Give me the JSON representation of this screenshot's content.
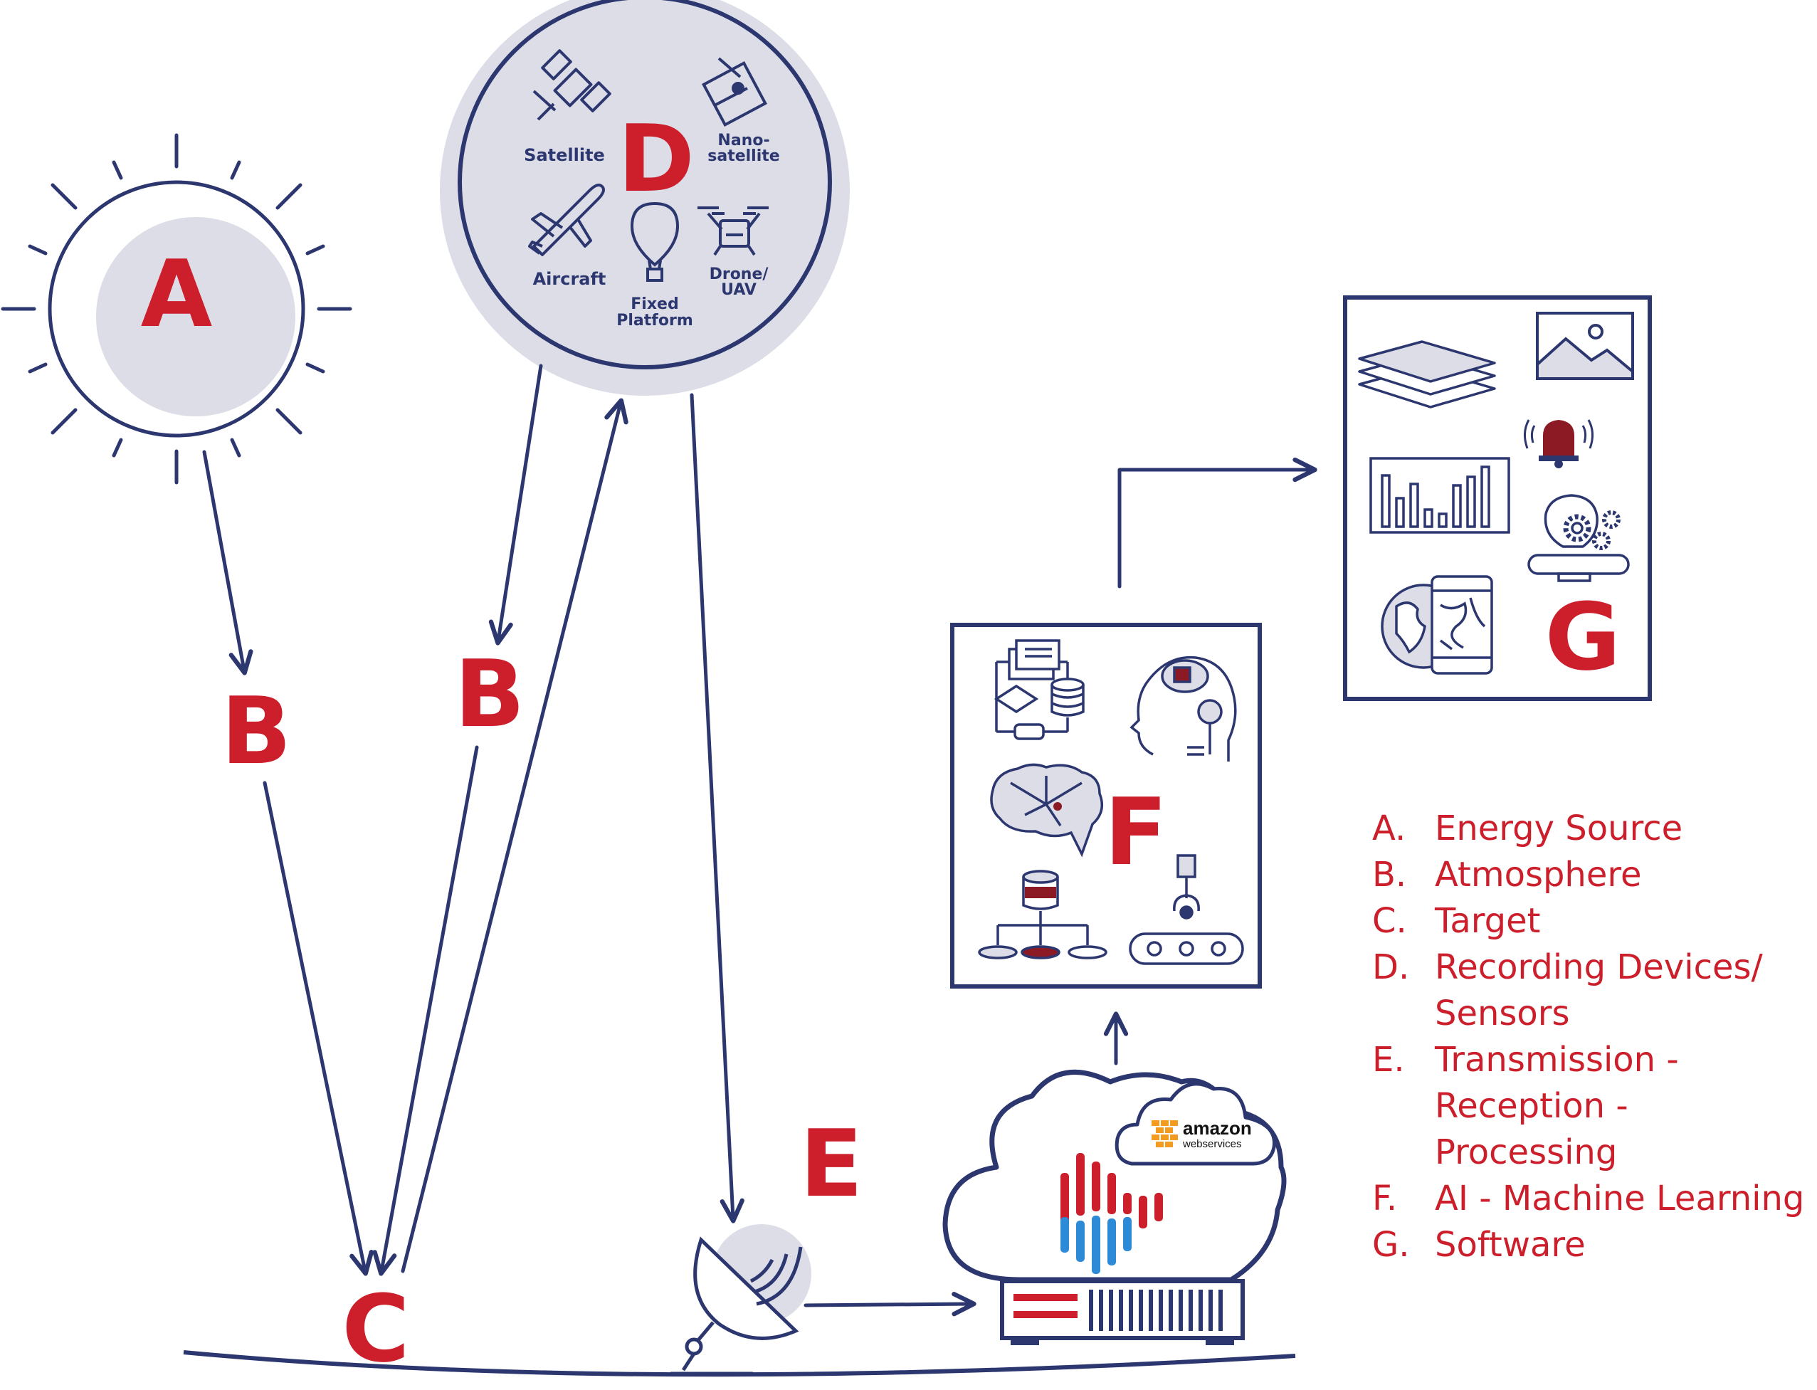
{
  "colors": {
    "navy": "#2c3770",
    "red": "#cc1f2b",
    "light_gray": "#dcdde6",
    "aws_orange": "#f29b1f"
  },
  "labels": {
    "A": "A",
    "B_left": "B",
    "B_right": "B",
    "C": "C",
    "D": "D",
    "E": "E",
    "F": "F",
    "G": "G"
  },
  "platforms": {
    "satellite": "Satellite",
    "nano_line1": "Nano-",
    "nano_line2": "satellite",
    "aircraft": "Aircraft",
    "fixed_line1": "Fixed",
    "fixed_line2": "Platform",
    "drone_line1": "Drone/",
    "drone_line2": "UAV"
  },
  "aws": {
    "brand": "amazon",
    "sub": "webservices"
  },
  "legend": [
    {
      "letter": "A.",
      "lines": [
        "Energy Source"
      ]
    },
    {
      "letter": "B.",
      "lines": [
        "Atmosphere"
      ]
    },
    {
      "letter": "C.",
      "lines": [
        "Target"
      ]
    },
    {
      "letter": "D.",
      "lines": [
        "Recording Devices/",
        "Sensors"
      ]
    },
    {
      "letter": "E.",
      "lines": [
        "Transmission -",
        "Reception -",
        "Processing"
      ]
    },
    {
      "letter": "F.",
      "lines": [
        "AI - Machine Learning"
      ]
    },
    {
      "letter": "G.",
      "lines": [
        "Software"
      ]
    }
  ],
  "icons": {
    "f_panel": [
      "flowchart-icon",
      "ai-head-icon",
      "neural-brain-icon",
      "database-tree-icon",
      "robot-arm-conveyor-icon"
    ],
    "g_panel": [
      "layers-icon",
      "image-icon",
      "alarm-bell-icon",
      "bar-chart-icon",
      "gear-lightbulb-icon",
      "globe-map-phone-icon"
    ]
  }
}
